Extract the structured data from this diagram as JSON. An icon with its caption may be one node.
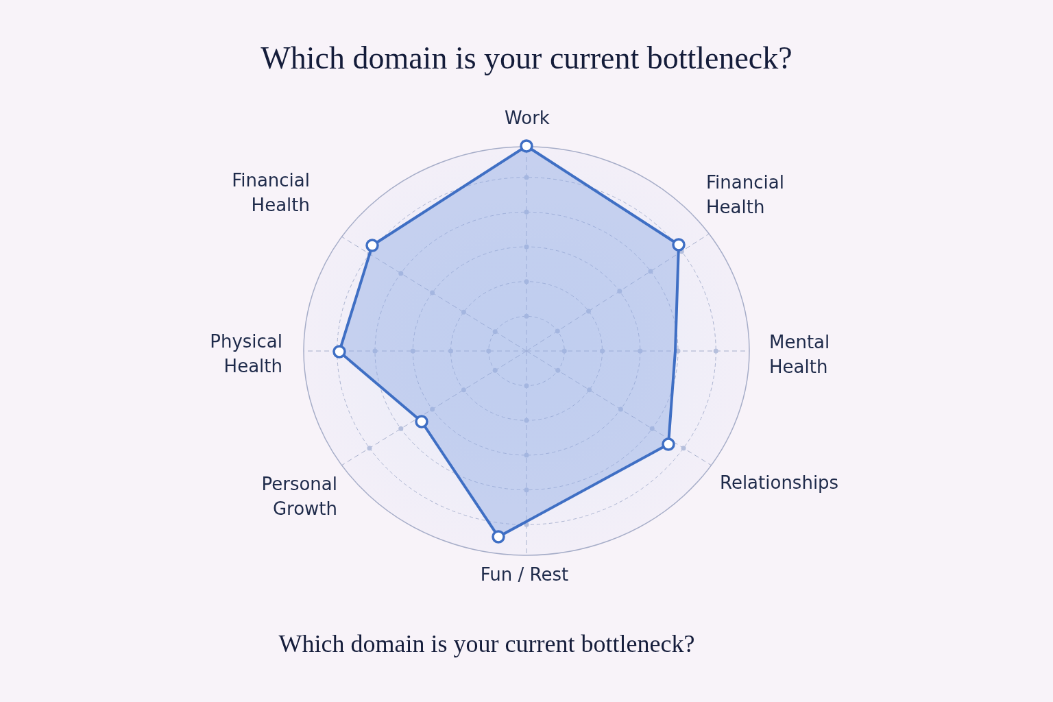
{
  "diagram": {
    "title": "Which domain is your current bottleneck?",
    "caption": "Which domain is your current bottleneck?",
    "labels": [
      "Work",
      "Financial Health",
      "Financial Health",
      "Physical Health",
      "Mental Health",
      "Personal Growth",
      "Relationships",
      "Fun / Rest"
    ]
  }
}
